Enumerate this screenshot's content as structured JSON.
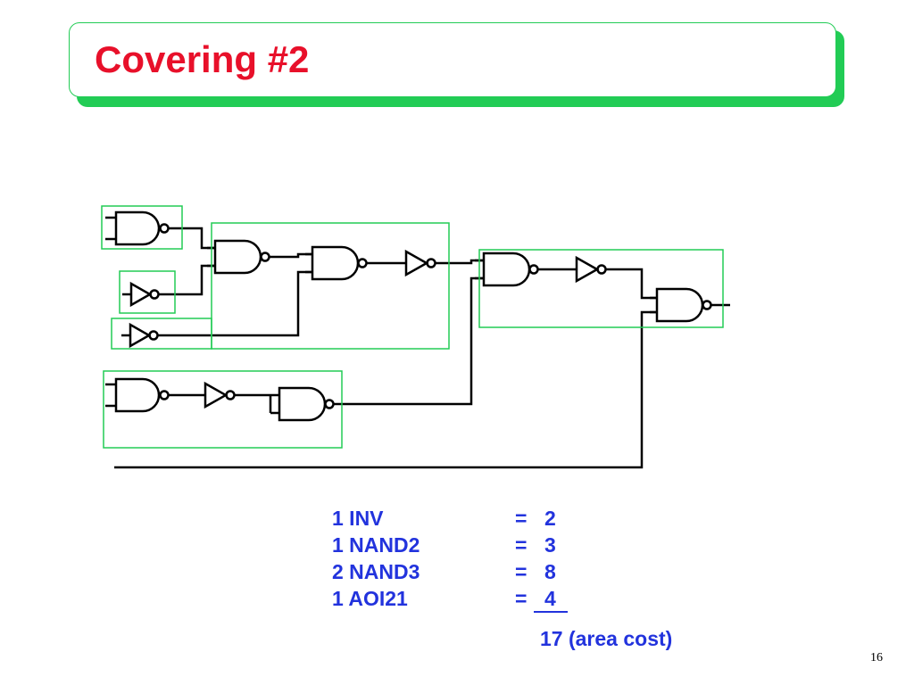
{
  "slide": {
    "title": "Covering #2",
    "page_number": "16"
  },
  "cost_table": {
    "rows": [
      {
        "item": "1 INV",
        "eq": "=",
        "value": "2"
      },
      {
        "item": "1 NAND2",
        "eq": "=",
        "value": "3"
      },
      {
        "item": "2 NAND3",
        "eq": "=",
        "value": "8"
      },
      {
        "item": "1 AOI21",
        "eq": "=",
        "value": "4"
      }
    ],
    "total": "17 (area cost)"
  },
  "colors": {
    "title": "#e8102a",
    "title_frame": "#22cc55",
    "cover_box": "#22cc55",
    "cost_text": "#2233dd",
    "wire": "#000000"
  },
  "icons": [
    "nand-gate-icon",
    "inverter-icon"
  ]
}
